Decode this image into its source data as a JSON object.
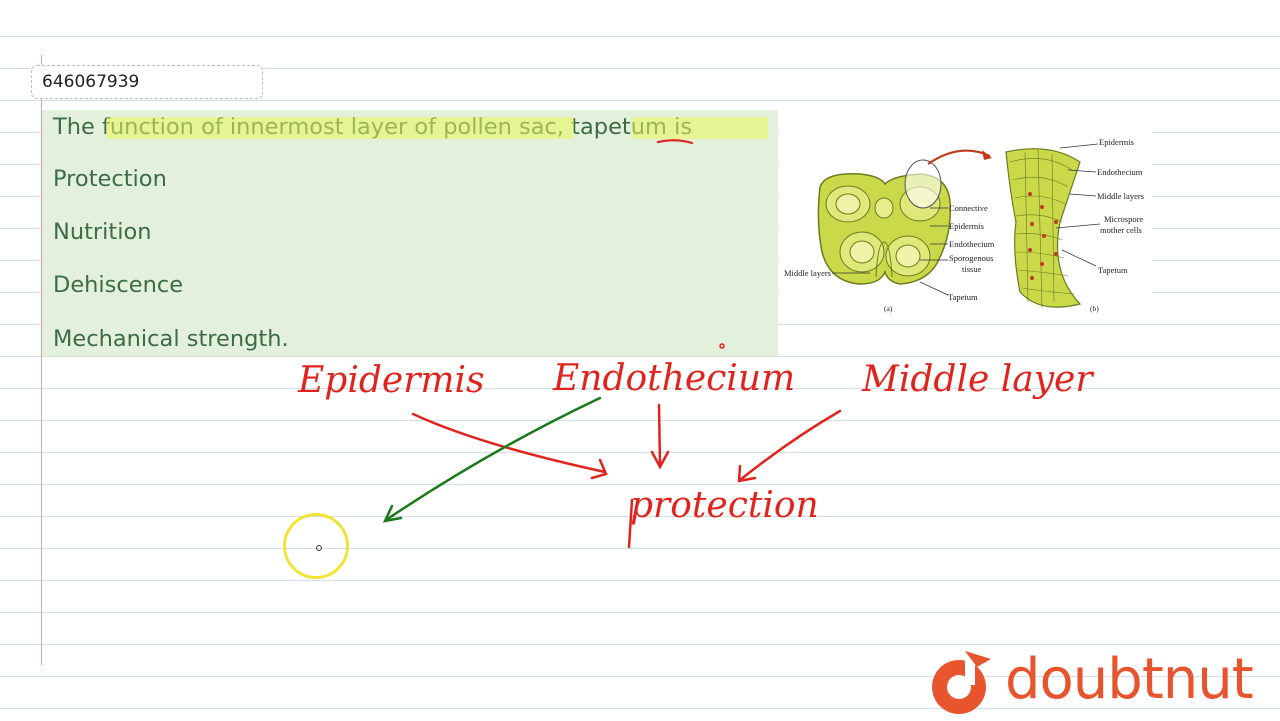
{
  "question_id": "646067939",
  "question": "The function of innermost layer of pollen sac, tapetum is",
  "options": [
    "Protection",
    "Nutrition",
    "Dehiscence",
    "Mechanical strength."
  ],
  "diagram_labels": {
    "a": [
      "Connective",
      "Epidermis",
      "Endothecium",
      "Sporogenous",
      "tissue",
      "Middle layers",
      "Tapetum",
      "(a)"
    ],
    "b": [
      "Epidermis",
      "Endothecium",
      "Middle layers",
      "Microspore",
      "mother cells",
      "Tapetum",
      "(b)"
    ]
  },
  "handwriting": {
    "word1": "Epidermis",
    "word2": "Endothecium",
    "word3": "Middle layer",
    "word4": "protection"
  },
  "brand": "doubtnut",
  "colors": {
    "ink_red": "#e0241d",
    "ink_green": "#1a7a1a",
    "panel": "#e3f1dc",
    "highlight": "#e9f65a",
    "brand": "#e8542e"
  }
}
